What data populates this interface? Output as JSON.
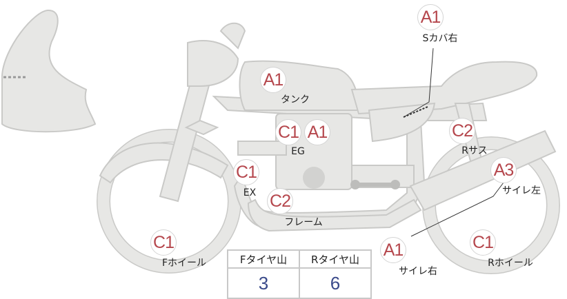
{
  "grades": [
    {
      "id": "side-cover-right",
      "grade": "A1",
      "label": "Sカバ右"
    },
    {
      "id": "tank",
      "grade": "A1",
      "label": "タンク"
    },
    {
      "id": "engine-c",
      "grade": "C1",
      "label": ""
    },
    {
      "id": "engine-a",
      "grade": "A1",
      "label": "EG"
    },
    {
      "id": "rear-suspension",
      "grade": "C2",
      "label": "Rサス"
    },
    {
      "id": "muffler-left",
      "grade": "A3",
      "label": "サイレ左"
    },
    {
      "id": "exhaust",
      "grade": "C1",
      "label": "EX"
    },
    {
      "id": "frame",
      "grade": "C2",
      "label": "フレーム"
    },
    {
      "id": "muffler-right",
      "grade": "A1",
      "label": "サイレ右"
    },
    {
      "id": "rear-wheel",
      "grade": "C1",
      "label": "Rホイール"
    },
    {
      "id": "front-wheel",
      "grade": "C1",
      "label": "Fホイール"
    }
  ],
  "tire_table": {
    "headers": [
      "Fタイヤ山",
      "Rタイヤ山"
    ],
    "values": [
      "3",
      "6"
    ]
  },
  "colors": {
    "grade_text": "#b5474d",
    "value_text": "#3a4a8a",
    "part_fill": "#e7e7e5"
  }
}
